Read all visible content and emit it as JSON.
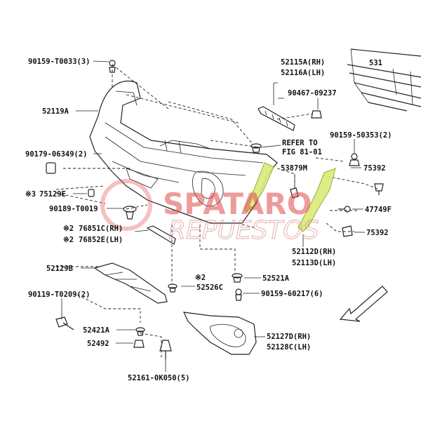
{
  "labels": {
    "l1": "90159-T0033(3)",
    "l2": "52119A",
    "l3": "90179-06349(2)",
    "l4_mark": "※3",
    "l4": "75129E",
    "l5": "90189-T0019",
    "l6_mark": "※2",
    "l6": "76851C(RH)",
    "l7_mark": "※2",
    "l7": "76852E(LH)",
    "l8": "52129B",
    "l9": "90119-T0209(2)",
    "l10": "52421A",
    "l11": "52492",
    "l12": "52161-0K050(5)",
    "l13": "52115A(RH)",
    "l14": "52116A(LH)",
    "l15": "90467-09237",
    "l16a": "REFER TO",
    "l16b": "FIG 81-01",
    "l17": "90159-50353(2)",
    "l18": "53879M",
    "l19": "75392",
    "l20": "47749F",
    "l21": "75392",
    "l22": "52112D(RH)",
    "l23": "52113D(LH)",
    "l24": "52521A",
    "l25_mark": "※2",
    "l25": "52526C",
    "l26": "90159-60217(6)",
    "l27": "52127D(RH)",
    "l28": "52128C(LH)",
    "l29": "531"
  },
  "watermark": {
    "brand": "SPATARO",
    "sub": "REPUESTOS"
  },
  "colors": {
    "highlight": "#d9ec7a",
    "watermark": "#e04a4a"
  },
  "icons": [
    "arrow-down-left-icon",
    "bolt-icon",
    "clip-icon",
    "nut-icon"
  ]
}
